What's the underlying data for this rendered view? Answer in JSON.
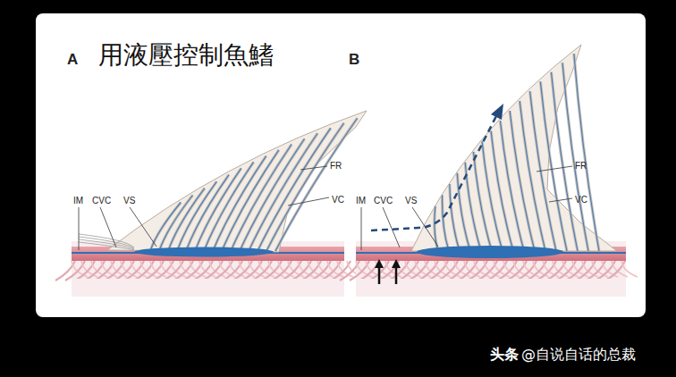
{
  "diagram": {
    "title": "用液壓控制魚鰭",
    "labels": [
      "A",
      "IM",
      "CVC",
      "VS",
      "FR",
      "VC",
      "B",
      "IM",
      "CVC",
      "VS",
      "FR",
      "VC",
      "头条",
      "@自说自话的总裁"
    ]
  }
}
